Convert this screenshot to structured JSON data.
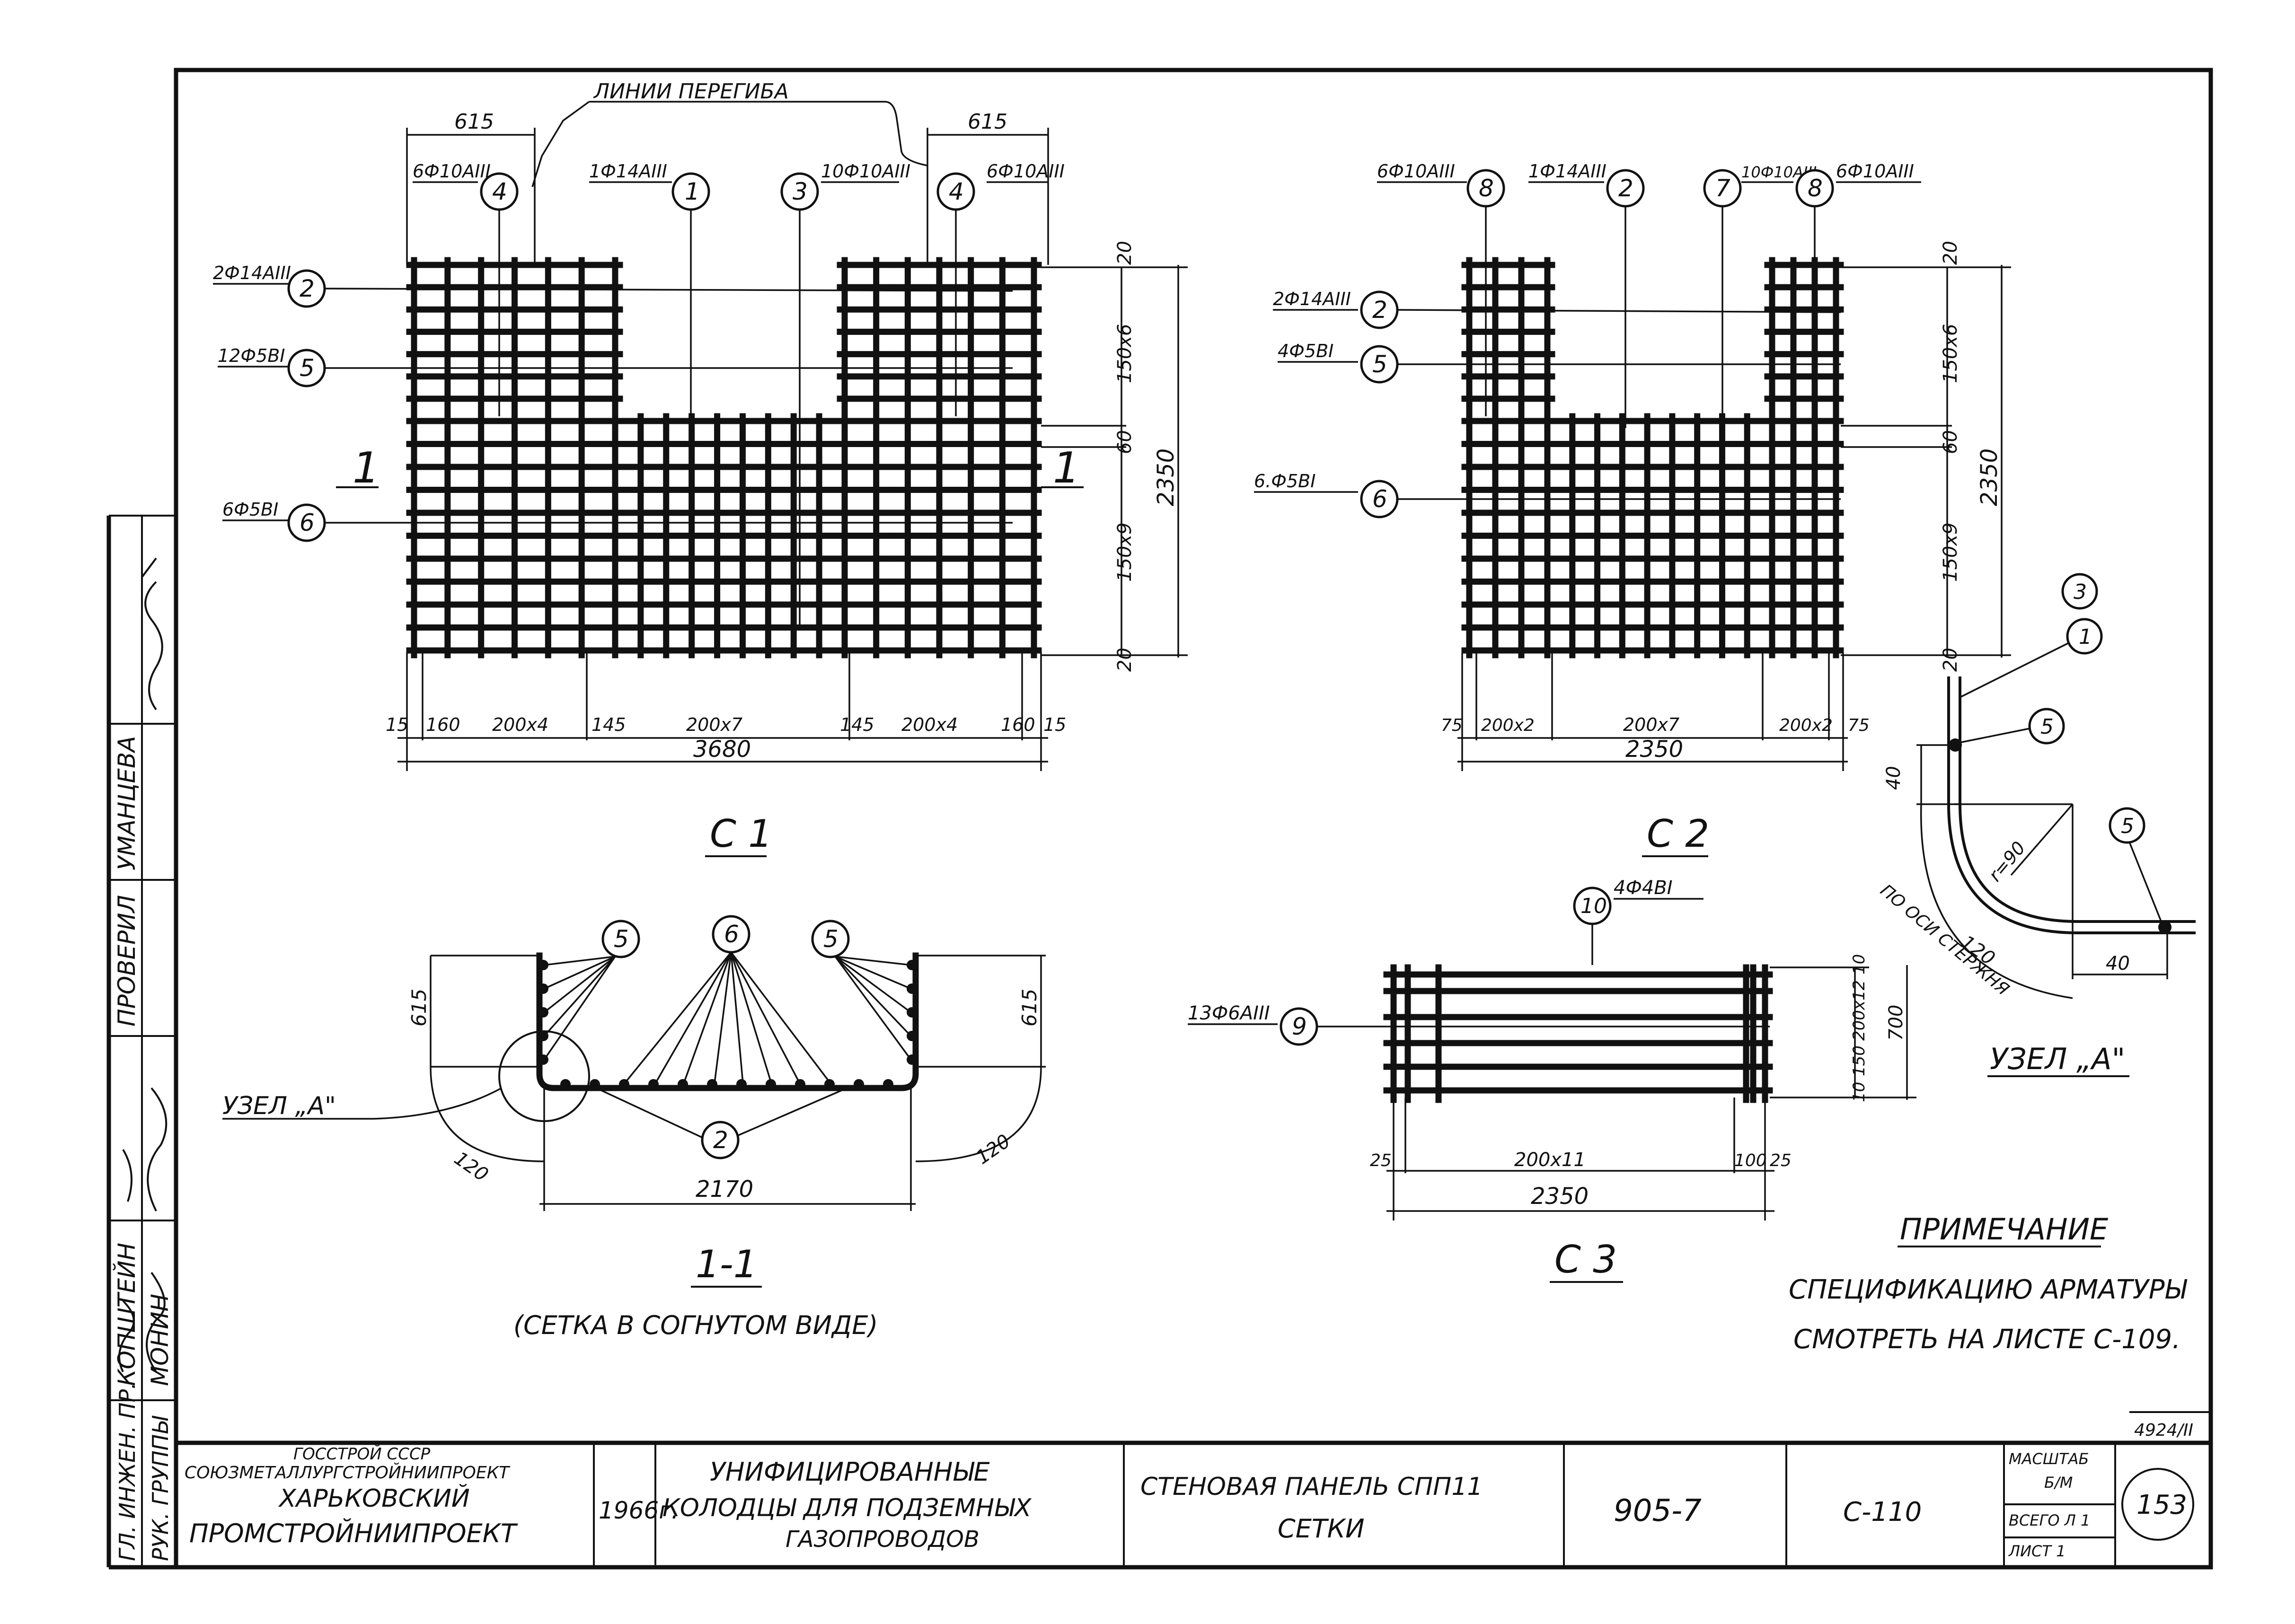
{
  "c1": {
    "bend_lines": "ЛИНИИ ПЕРЕГИБА",
    "top_dims": [
      "615",
      "615"
    ],
    "callouts_top": [
      "6Ф10АIII",
      "1Ф14АIII",
      "10Ф10АIII",
      "6Ф10АIII"
    ],
    "callouts_left": [
      "2Ф14АIII",
      "12Ф5ВI",
      "6Ф5ВI"
    ],
    "marks": {
      "m1": "1",
      "m2": "2",
      "m3": "3",
      "m4": "4",
      "m5": "5",
      "m6": "6"
    },
    "section_mark": "1",
    "right_dims": [
      "20",
      "150х6",
      "60",
      "150х9",
      "20",
      "2350"
    ],
    "bottom_dims": [
      "15",
      "160",
      "200х4",
      "145",
      "200х7",
      "145",
      "200х4",
      "160",
      "15"
    ],
    "total": "3680",
    "title": "С 1"
  },
  "c2": {
    "callouts_top": [
      "6Ф10АIII",
      "1Ф14АIII",
      "10Ф10АIII",
      "6Ф10АIII"
    ],
    "callouts_left": [
      "2Ф14АIII",
      "4Ф5ВI",
      "6.Ф5ВI"
    ],
    "marks": {
      "m2": "2",
      "m5": "5",
      "m6": "6",
      "m7": "7",
      "m8": "8"
    },
    "right_dims": [
      "20",
      "150х6",
      "60",
      "150х9",
      "20",
      "2350"
    ],
    "bottom_dims": [
      "75",
      "200х2",
      "200х7",
      "200х2",
      "75"
    ],
    "total": "2350",
    "title": "С 2"
  },
  "section11": {
    "marks": {
      "m2": "2",
      "m5": "5",
      "m6": "6"
    },
    "node_label": "УЗЕЛ „А\"",
    "dims": [
      "615",
      "615",
      "120",
      "120",
      "2170"
    ],
    "title": "1-1",
    "subtitle": "(СЕТКА В СОГНУТОМ ВИДЕ)"
  },
  "c3": {
    "callout_top": "4Ф4ВI",
    "callout_left": "13Ф6АIII",
    "marks": {
      "m9": "9",
      "m10": "10"
    },
    "right_dims": [
      "10",
      "200х12",
      "150",
      "10",
      "700"
    ],
    "bottom_dims": [
      "25",
      "200х11",
      "100",
      "25"
    ],
    "total": "2350",
    "title": "С 3"
  },
  "node_a": {
    "marks": {
      "m1": "1",
      "m3": "3",
      "m5": "5"
    },
    "dims": [
      "40",
      "r=90",
      "120",
      "40"
    ],
    "axis_label": "ПО ОСИ СТЕРЖНЯ",
    "title": "УЗЕЛ „А\""
  },
  "note": {
    "title": "ПРИМЕЧАНИЕ",
    "line1": "СПЕЦИФИКАЦИЮ АРМАТУРЫ",
    "line2": "СМОТРЕТЬ НА ЛИСТЕ С-109."
  },
  "side_stamp": {
    "roles": [
      "ГЛ. ИНЖЕН. ПР.",
      "РУК. ГРУППЫ",
      "ПРОВЕРИЛ",
      "",
      ""
    ],
    "names": [
      "КОПШТЕЙН",
      "МОНИН",
      "",
      "УМАНЦЕВА",
      ""
    ]
  },
  "title_block": {
    "org_line1": "ГОССТРОЙ СССР",
    "org_line2": "СОЮЗМЕТАЛЛУРГСТРОЙНИИПРОЕКТ",
    "org_line3": "ХАРЬКОВСКИЙ",
    "org_line4": "ПРОМСТРОЙНИИПРОЕКТ",
    "year": "1966г.",
    "project_line1": "УНИФИЦИРОВАННЫЕ",
    "project_line2": "КОЛОДЦЫ ДЛЯ ПОДЗЕМНЫХ",
    "project_line3": "ГАЗОПРОВОДОВ",
    "sheet_line1": "СТЕНОВАЯ ПАНЕЛЬ СПП11",
    "sheet_line2": "СЕТКИ",
    "series": "905-7",
    "sheet_code": "С-110",
    "scale_label": "МАСШТАБ",
    "scale_value": "Б/М",
    "total_sheets": "ВСЕГО Л 1",
    "sheet_no": "ЛИСТ 1",
    "page_number": "153",
    "archive_no": "4924/II"
  }
}
